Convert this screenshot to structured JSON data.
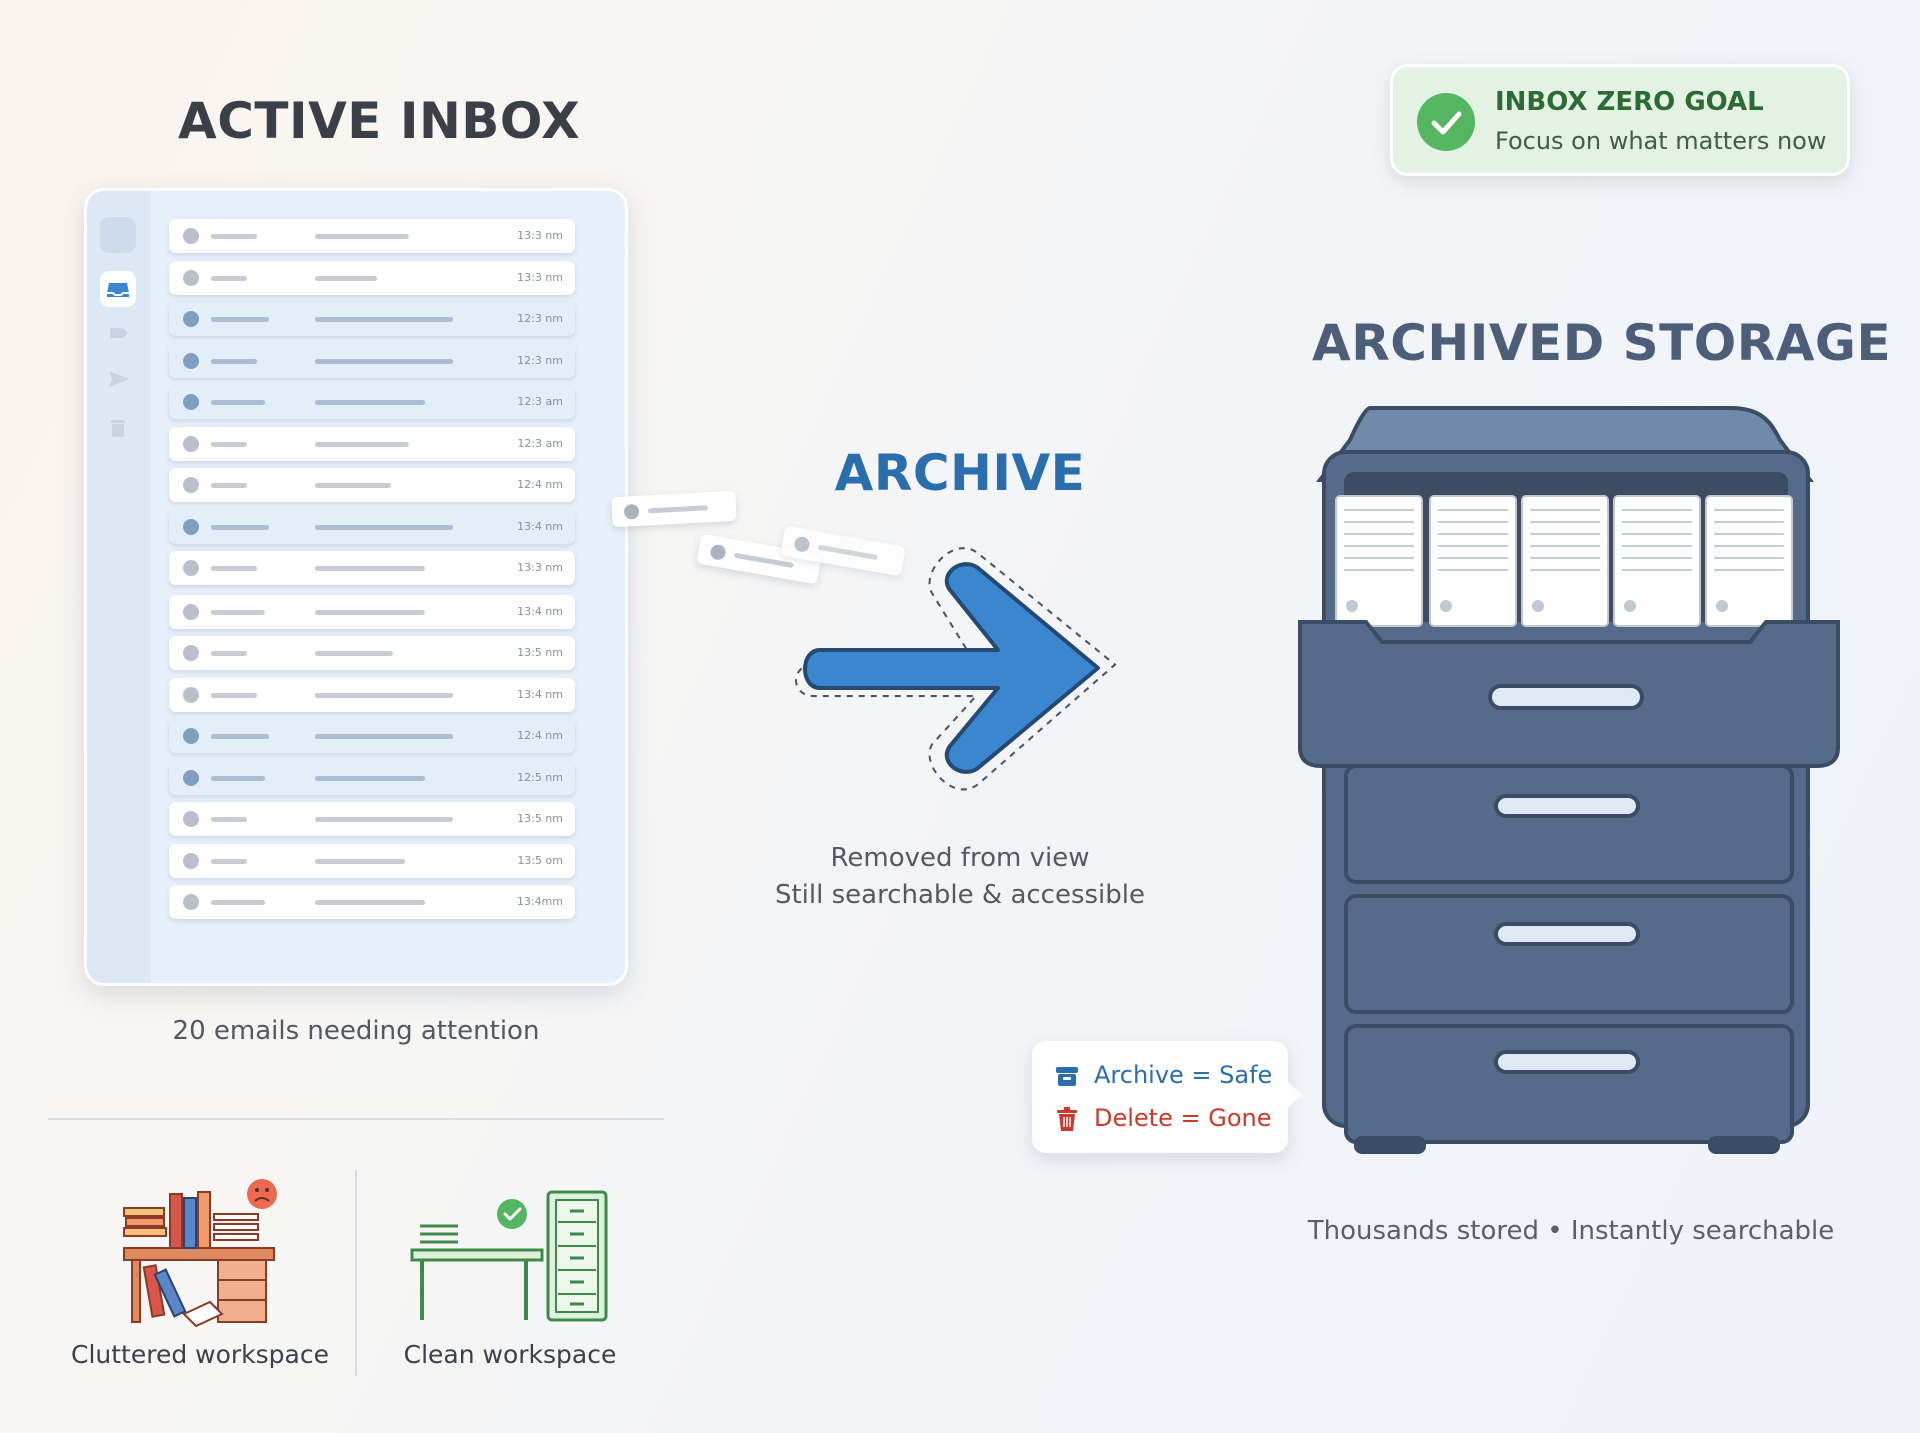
{
  "inbox": {
    "title": "ACTIVE INBOX",
    "caption": "20 emails needing attention",
    "emails": [
      {
        "time": "13:3 nm",
        "highlight": false
      },
      {
        "time": "13:3 nm",
        "highlight": false
      },
      {
        "time": "12:3 nm",
        "highlight": true
      },
      {
        "time": "12:3 nm",
        "highlight": true
      },
      {
        "time": "12:3 am",
        "highlight": true
      },
      {
        "time": "12:3 am",
        "highlight": false
      },
      {
        "time": "12:4 nm",
        "highlight": false
      },
      {
        "time": "13:4 nm",
        "highlight": true
      },
      {
        "time": "13:3 nm",
        "highlight": false
      },
      {
        "time": "13:4 nm",
        "highlight": false
      },
      {
        "time": "13:5 nm",
        "highlight": false
      },
      {
        "time": "13:4 nm",
        "highlight": false
      },
      {
        "time": "12:4 nm",
        "highlight": true
      },
      {
        "time": "12:5 nm",
        "highlight": true
      },
      {
        "time": "13:5 nm",
        "highlight": false
      },
      {
        "time": "13:5 om",
        "highlight": false
      },
      {
        "time": "13:4mm",
        "highlight": false
      }
    ]
  },
  "archive": {
    "title": "ARCHIVE",
    "desc_line1": "Removed from view",
    "desc_line2": "Still searchable & accessible",
    "arrow_color": "#3a86cf"
  },
  "goal": {
    "title": "INBOX ZERO GOAL",
    "subtitle": "Focus on what matters now",
    "accent": "#55b661"
  },
  "storage": {
    "title": "ARCHIVED STORAGE",
    "caption": "Thousands stored • Instantly searchable",
    "cabinet_color": "#566b89"
  },
  "legend": {
    "archive": "Archive = Safe",
    "delete": "Delete = Gone",
    "archive_color": "#2b6ead",
    "delete_color": "#cc3a2c"
  },
  "workspace": {
    "cluttered": "Cluttered workspace",
    "clean": "Clean workspace"
  }
}
